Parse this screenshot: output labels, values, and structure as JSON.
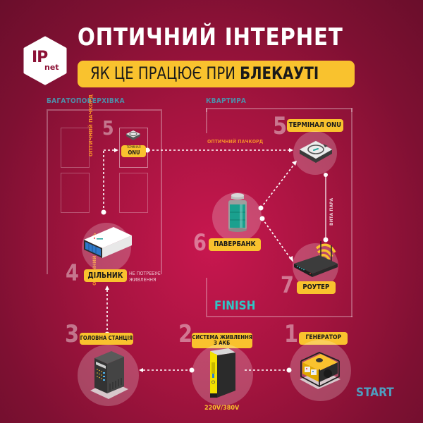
{
  "header": {
    "logo": {
      "main": "IP",
      "sub": "net"
    },
    "title": "ОПТИЧНИЙ ІНТЕРНЕТ",
    "subtitle_regular": "ЯК ЦЕ ПРАЦЮЄ ПРИ ",
    "subtitle_bold": "БЛЕКАУТІ"
  },
  "zones": {
    "building": "БАГАТОПОВЕРХІВКА",
    "apartment": "КВАРТИРА"
  },
  "steps": [
    {
      "number": "1",
      "label": "ГЕНЕРАТОР",
      "icon": "generator-icon"
    },
    {
      "number": "2",
      "label_line1": "СИСТЕМА ЖИВЛЕННЯ",
      "label_line2": "З АКБ",
      "note": "220V/380V",
      "icon": "power-system-icon"
    },
    {
      "number": "3",
      "label": "ГОЛОВНА СТАНЦІЯ",
      "icon": "server-rack-icon"
    },
    {
      "number": "4",
      "label": "ДІЛЬНИК",
      "note_line1": "НЕ ПОТРЕБУЄ",
      "note_line2": "ЖИВЛЕННЯ",
      "icon": "splitter-icon"
    },
    {
      "number": "5",
      "label_small_line1": "ТЕРМІНАЛ",
      "label_small_line2": "ONU",
      "icon": "onu-terminal-icon"
    },
    {
      "number": "5",
      "label": "ТЕРМІНАЛ ONU",
      "icon": "onu-terminal-icon"
    },
    {
      "number": "6",
      "label": "ПАВЕРБАНК",
      "icon": "powerbank-icon"
    },
    {
      "number": "7",
      "label": "РОУТЕР",
      "icon": "router-icon"
    }
  ],
  "connections": {
    "optical_patchcord": "ОПТИЧНИЙ ПАЧКОРД",
    "optical_cable": "ОПТИЧНИЙ КАБЕЛЬ",
    "twisted_pair": "ВИТА ПАРА"
  },
  "markers": {
    "start": "START",
    "finish": "FINISH"
  },
  "colors": {
    "background": "#a5143f",
    "accent_yellow": "#f9c22e",
    "label_teal": "#2ec7c7",
    "zone_blue": "#4e8ea8",
    "line_orange": "#f28a2a"
  }
}
